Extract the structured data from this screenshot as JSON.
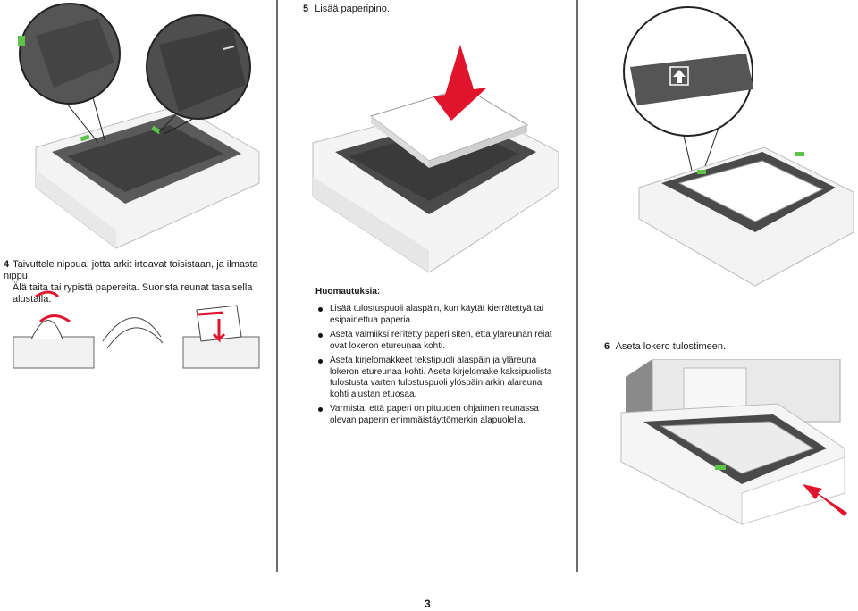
{
  "step5": {
    "num": "5",
    "text": "Lisää paperipino."
  },
  "step4": {
    "num": "4",
    "line1": "Taivuttele nippua, jotta arkit irtoavat toisistaan, ja ilmasta nippu.",
    "line2": "Älä taita tai rypistä papereita. Suorista reunat tasaisella alustalla."
  },
  "notes": {
    "title": "Huomautuksia:",
    "items": [
      "Lisää tulostuspuoli alaspäin, kun käytät kierrätettyä tai esipainettua paperia.",
      "Aseta valmiiksi rei'itetty paperi siten, että yläreunan reiät ovat lokeron etureunaa kohti.",
      "Aseta kirjelomakkeet tekstipuoli alaspäin ja yläreuna lokeron etureunaa kohti. Aseta kirjelomake kaksipuolista tulostusta varten tulostuspuoli ylöspäin arkin alareuna kohti alustan etuosaa.",
      "Varmista, että paperi on pituuden ohjaimen reunassa olevan paperin enimmäistäyttömerkin alapuolella."
    ]
  },
  "step6": {
    "num": "6",
    "text": "Aseta lokero tulostimeen."
  },
  "page_number": "3",
  "colors": {
    "rule": "#6b6b6b",
    "arrow": "#e0142c",
    "guide_green": "#5fc24a",
    "tray_dark": "#4a4a4a",
    "tray_white": "#f2f2f2"
  }
}
